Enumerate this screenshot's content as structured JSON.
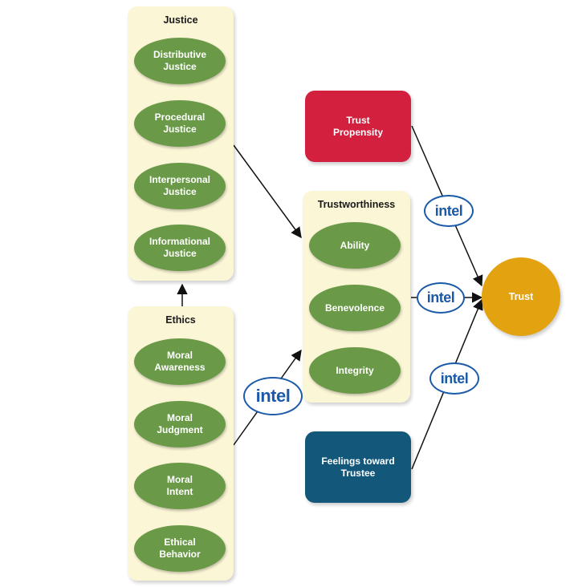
{
  "colors": {
    "panel": "#fbf6d6",
    "ellipse": "#6a9a48",
    "trust_propensity": "#d3203e",
    "feelings": "#13587a",
    "trust": "#e3a20f",
    "logo": "#1a5aa8",
    "arrow": "#111111"
  },
  "justice": {
    "title": "Justice",
    "items": [
      "Distributive\nJustice",
      "Procedural\nJustice",
      "Interpersonal\nJustice",
      "Informational\nJustice"
    ]
  },
  "ethics": {
    "title": "Ethics",
    "items": [
      "Moral\nAwareness",
      "Moral\nJudgment",
      "Moral\nIntent",
      "Ethical\nBehavior"
    ]
  },
  "trustworthiness": {
    "title": "Trustworthiness",
    "items": [
      "Ability",
      "Benevolence",
      "Integrity"
    ]
  },
  "trust_propensity": {
    "label": "Trust\nPropensity"
  },
  "feelings_toward_trustee": {
    "label": "Feelings toward\nTrustee"
  },
  "trust": {
    "label": "Trust"
  },
  "logos": {
    "text": "intel"
  }
}
